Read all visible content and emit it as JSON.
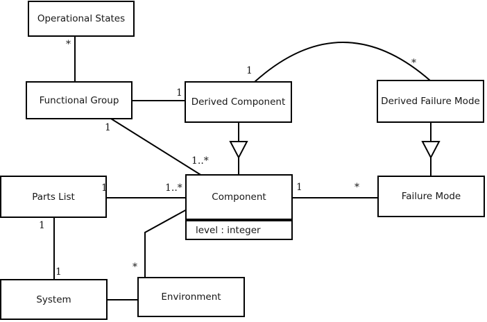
{
  "diagram": {
    "kind": "uml-class-diagram",
    "colors": {
      "background": "#ffffff",
      "line": "#000000",
      "box_fill": "#ffffff",
      "text": "#161616"
    },
    "classes": [
      {
        "name": "Operational States"
      },
      {
        "name": "Functional Group"
      },
      {
        "name": "Derived Component"
      },
      {
        "name": "Derived Failure Mode"
      },
      {
        "name": "Parts List"
      },
      {
        "name": "Component",
        "attribute": "level : integer"
      },
      {
        "name": "Failure Mode"
      },
      {
        "name": "System"
      },
      {
        "name": "Environment"
      }
    ],
    "edges": [
      {
        "type": "association",
        "from": "Operational States",
        "to": "Functional Group",
        "labels": [
          {
            "text": "*"
          }
        ]
      },
      {
        "type": "association",
        "from": "Functional Group",
        "to": "Derived Component",
        "labels": [
          {
            "text": "1"
          }
        ]
      },
      {
        "type": "association",
        "from": "Functional Group",
        "to": "Component",
        "labels": [
          {
            "text": "1"
          },
          {
            "text": "1..*"
          }
        ]
      },
      {
        "type": "association-arc",
        "from": "Derived Component",
        "to": "Derived Failure Mode",
        "labels": [
          {
            "text": "1"
          },
          {
            "text": "*"
          }
        ]
      },
      {
        "type": "generalization",
        "from": "Derived Component",
        "to": "Component",
        "labels": []
      },
      {
        "type": "generalization",
        "from": "Derived Failure Mode",
        "to": "Failure Mode",
        "labels": []
      },
      {
        "type": "association",
        "from": "Parts List",
        "to": "Component",
        "labels": [
          {
            "text": "1"
          },
          {
            "text": "1..*"
          }
        ]
      },
      {
        "type": "association",
        "from": "Component",
        "to": "Failure Mode",
        "labels": [
          {
            "text": "1"
          },
          {
            "text": "*"
          }
        ]
      },
      {
        "type": "association",
        "from": "Parts List",
        "to": "System",
        "labels": [
          {
            "text": "1"
          },
          {
            "text": "1"
          }
        ]
      },
      {
        "type": "association",
        "from": "System",
        "to": "Environment",
        "labels": []
      },
      {
        "type": "association",
        "from": "Environment",
        "to": "Component",
        "labels": [
          {
            "text": "*"
          }
        ]
      }
    ]
  }
}
